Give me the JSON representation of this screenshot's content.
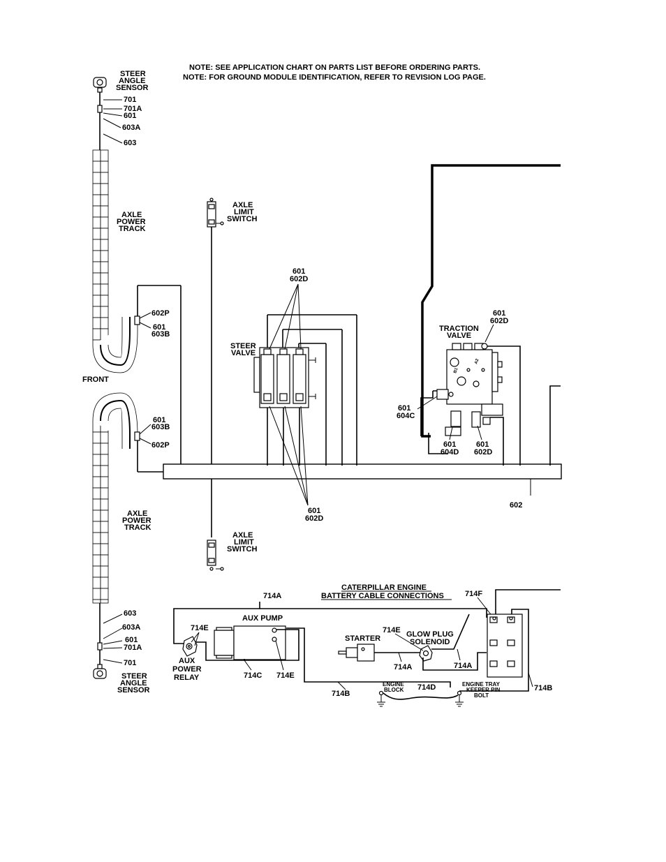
{
  "notes": {
    "line1": "NOTE:  SEE APPLICATION CHART ON PARTS LIST BEFORE ORDERING PARTS.",
    "line2": "NOTE:  FOR GROUND MODULE IDENTIFICATION, REFER TO REVISION LOG PAGE."
  },
  "components": {
    "steer_angle_sensor": "STEER|ANGLE|SENSOR",
    "axle_power_track": "AXLE|POWER|TRACK",
    "axle_limit_switch": "AXLE|LIMIT|SWITCH",
    "steer_valve": "STEER|VALVE",
    "traction_valve": "TRACTION|VALVE",
    "front": "FRONT",
    "engine_title": "CATERPILLAR ENGINE|BATTERY CABLE CONNECTIONS",
    "aux_pump": "AUX PUMP",
    "aux_power_relay": "AUX|POWER|RELAY",
    "starter": "STARTER",
    "glow_plug_solenoid": "GLOW PLUG|SOLENOID",
    "engine_block": "ENGINE|BLOCK",
    "engine_tray": "ENGINE TRAY|KEEPER PIN|BOLT"
  },
  "wires": {
    "w701": "701",
    "w701a": "701A",
    "w601": "601",
    "w603a": "603A",
    "w603": "603",
    "w602p": "602P",
    "w603b": "603B",
    "w602d": "602D",
    "w604c": "604C",
    "w604d": "604D",
    "w602": "602",
    "w714a": "714A",
    "w714b": "714B",
    "w714c": "714C",
    "w714d": "714D",
    "w714e": "714E",
    "w714f": "714F"
  },
  "valve_marks": {
    "b1": "B1",
    "a2": "A2"
  }
}
